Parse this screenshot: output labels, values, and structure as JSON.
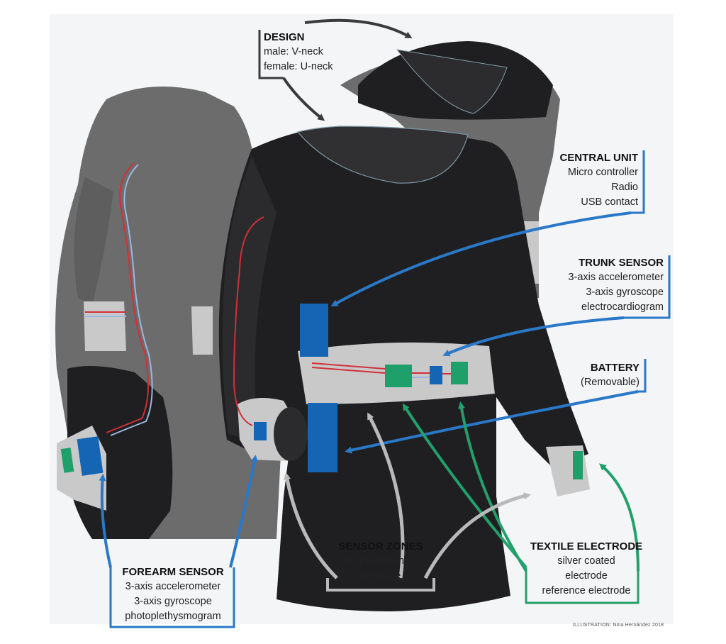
{
  "colors": {
    "shirt_front": "#1f1f21",
    "shirt_back": "#6c6c6c",
    "band": "#c9c9c9",
    "sensor_blue": "#1565b4",
    "electrode_green": "#1fa06a",
    "wire_red": "#d0303a",
    "arrow_blue": "#2a78c8",
    "arrow_green": "#22a06c",
    "arrow_gray": "#b9b9b9",
    "arrow_dark": "#3a3a3a"
  },
  "labels": {
    "design": {
      "title": "DESIGN",
      "lines": [
        "male: V-neck",
        "female: U-neck"
      ]
    },
    "central_unit": {
      "title": "CENTRAL UNIT",
      "lines": [
        "Micro controller",
        "Radio",
        "USB contact"
      ]
    },
    "trunk_sensor": {
      "title": "TRUNK SENSOR",
      "lines": [
        "3-axis accelerometer",
        "3-axis gyroscope",
        "electrocardiogram"
      ]
    },
    "battery": {
      "title": "BATTERY",
      "lines": [
        "(Removable)"
      ]
    },
    "sensor_zones": {
      "title": "SENSOR ZONES",
      "lines": [
        "for placement &",
        "pressure"
      ]
    },
    "textile_electrode": {
      "title": "TEXTILE ELECTRODE",
      "lines": [
        "silver coated",
        "electrode",
        "reference electrode"
      ]
    },
    "forearm_sensor": {
      "title": "FOREARM SENSOR",
      "lines": [
        "3-axis accelerometer",
        "3-axis gyroscope",
        "photoplethysmogram"
      ]
    }
  },
  "credit": "ILLUSTRATION: Nina Hernández 2018"
}
